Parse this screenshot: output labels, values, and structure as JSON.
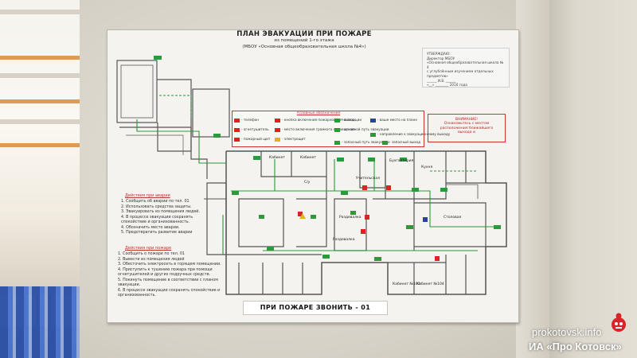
{
  "poster": {
    "title": "ПЛАН  ЭВАКУАЦИИ ПРИ ПОЖАРЕ",
    "subtitle": "из помещений 1-го этажа",
    "school": "(МБОУ «Основная общеобразовательная школа №4»)",
    "approve_lines": [
      "УТВЕРЖДАЮ:",
      "Директор МБОУ",
      "«Основная общеобразовательная школа № 4",
      "с углублённым изучением отдельных предметов»",
      "______ И.В. ______",
      "«__» ________ 2016 года"
    ],
    "attention_title": "ВНИМАНИЕ!",
    "attention_lines": [
      "Ознакомьтесь с местом",
      "расположения ближайшего",
      "выхода и"
    ],
    "legend_title": "Условные обозначения",
    "legend": [
      {
        "label": "- телефон",
        "color": "#d22"
      },
      {
        "label": "- кнопка включения пожарной сигнализации",
        "color": "#d22"
      },
      {
        "label": "- выход",
        "color": "#2a9a3a"
      },
      {
        "label": "- ваше место на плане",
        "color": "#2b3fa8"
      },
      {
        "label": "- огнетушитель",
        "color": "#d22"
      },
      {
        "label": "- место включения громкого оповещения",
        "color": "#d22"
      },
      {
        "label": "- основной путь эвакуации",
        "color": "#2a9a3a"
      },
      {
        "label": "- направление к эвакуационному выходу",
        "color": "#2a9a3a"
      },
      {
        "label": "- пожарный щит",
        "color": "#d22"
      },
      {
        "label": "- электрощит",
        "color": "#e3b21a"
      },
      {
        "label": "- запасный путь эвакуации",
        "color": "#2a9a3a"
      },
      {
        "label": "- запасный выход",
        "color": "#2a9a3a"
      }
    ],
    "accident_head": "Действия при аварии",
    "accident_steps": [
      "1. Сообщить об аварии по тел. 01",
      "2. Использовать средства защиты.",
      "3. Эвакуировать из помещения людей.",
      "4. В процессе эвакуации сохранять",
      "спокойствие и организованность.",
      "4. Обозначить место аварии.",
      "5. Предотвратить развитие аварии"
    ],
    "fire_head": "Действия при пожаре",
    "fire_steps": [
      "1. Сообщить о пожаре по тел. 01",
      "2. Вывести из помещения людей",
      "3. Обесточить электросеть в горящем помещении.",
      "4. Приступить к тушению пожара при помощи",
      "огнетушителей и других подручных средств.",
      "5. Покинуть помещение в соответствии с планом",
      "эвакуации.",
      "6. В процессе эвакуации сохранять спокойствие и",
      "организованность."
    ],
    "rooms": [
      "Кабинет",
      "Кабинет",
      "Учительская",
      "Кухня",
      "Столовая",
      "Раздевалка",
      "Раздевалка",
      "С/у",
      "Бухгалтерия",
      "Кабинет №103",
      "Кабинет №104"
    ],
    "call_label": "ПРИ ПОЖАРЕ ЗВОНИТЬ - 01"
  },
  "watermark": {
    "site": "prokotovsk.info",
    "name": "ИА «Про Котовск»"
  }
}
